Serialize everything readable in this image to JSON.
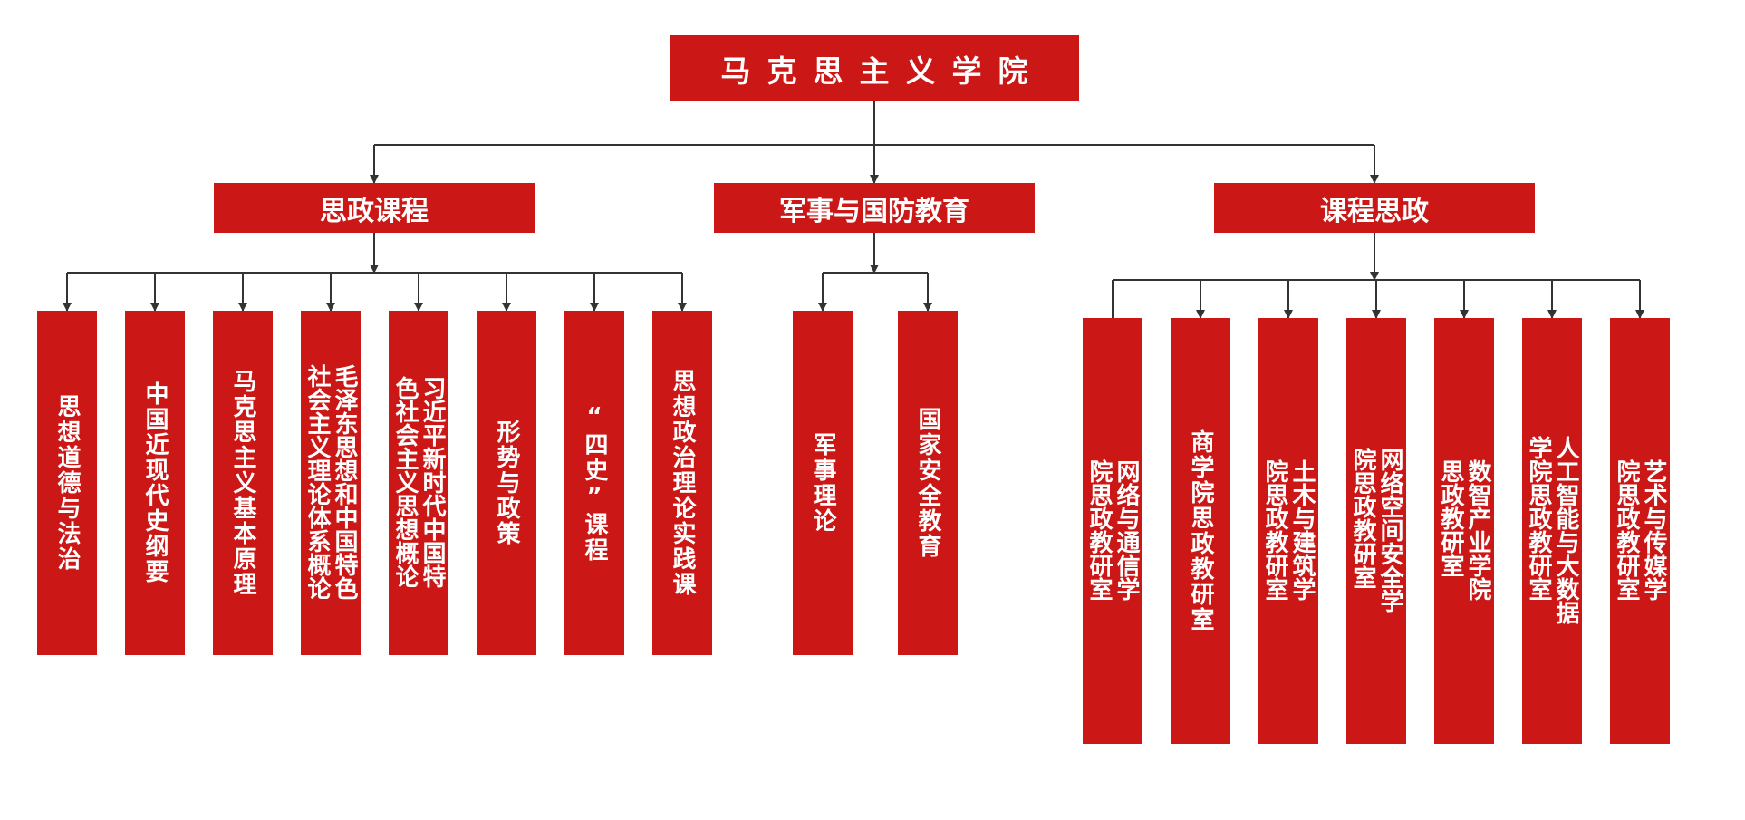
{
  "colors": {
    "box": "#cc1717",
    "line": "#333333",
    "background": "#ffffff"
  },
  "root": {
    "label": "马克思主义学院"
  },
  "groups": [
    {
      "label": "思政课程",
      "children": [
        "思想道德与法治",
        "中国近现代史纲要",
        "马克思主义基本原理",
        "毛泽东思想和中国特色社会主义理论体系概论",
        "习近平新时代中国特色社会主义思想概论",
        "形势与政策",
        "“四史”课程",
        "思想政治理论实践课"
      ]
    },
    {
      "label": "军事与国防教育",
      "children": [
        "军事理论",
        "国家安全教育"
      ]
    },
    {
      "label": "课程思政",
      "children": [
        "网络与通信学院思政教研室",
        "商学院思政教研室",
        "土木与建筑学院思政教研室",
        "网络空间安全学院思政教研室",
        "数智产业学院思政教研室",
        "人工智能与大数据学院思政教研室",
        "艺术与传媒学院思政教研室"
      ]
    }
  ]
}
